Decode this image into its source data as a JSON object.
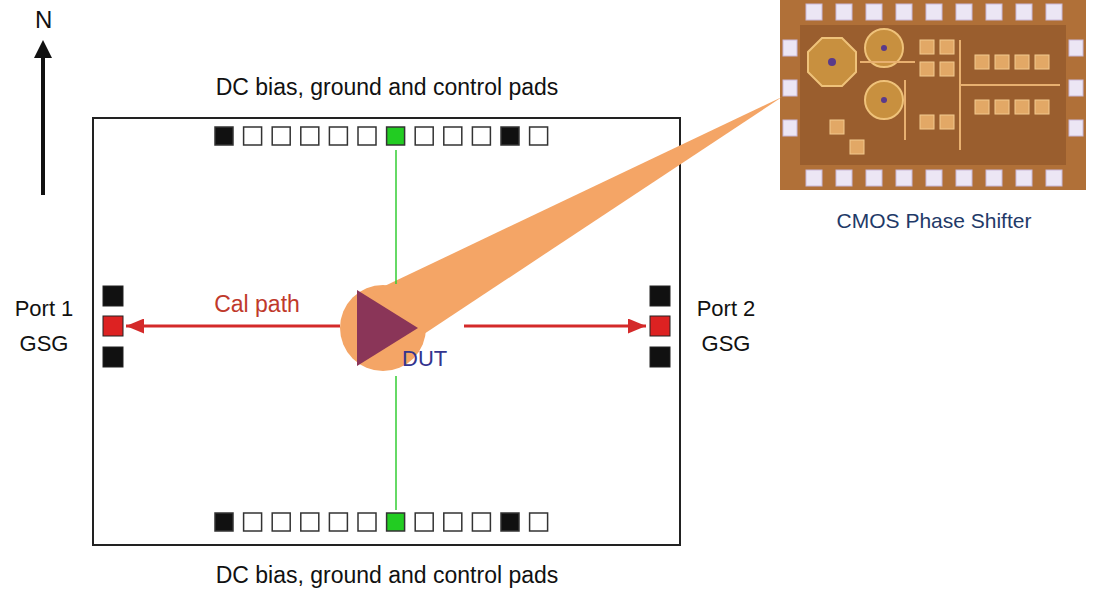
{
  "diagram": {
    "nodes": [
      {
        "text": [
          "DC bias, ground and control pads"
        ]
      },
      {
        "text": [
          "Port 1 GSG"
        ]
      },
      {
        "text": [
          "DUT"
        ]
      },
      {
        "text": [
          "Port 2 GSG"
        ]
      },
      {
        "text": [
          "DC bias, ground and control pads"
        ]
      },
      {
        "text": [
          "CMOS Phase Shifter"
        ]
      }
    ],
    "edges": [
      {
        "from": 2,
        "to": 1,
        "arrow": "to",
        "label": "Cal path"
      },
      {
        "from": 2,
        "to": 3,
        "arrow": "to"
      },
      {
        "from": 0,
        "to": 2,
        "arrow": "none"
      },
      {
        "from": 2,
        "to": 4,
        "arrow": "none"
      }
    ],
    "labels": [
      "N"
    ]
  }
}
